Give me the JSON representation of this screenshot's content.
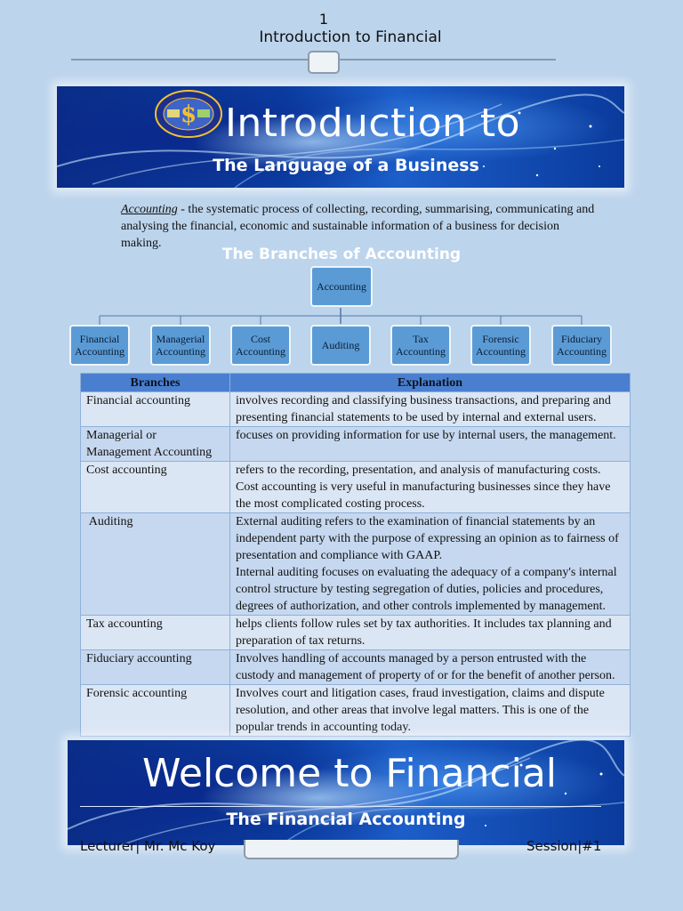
{
  "header": {
    "page_number": "1",
    "title": "Introduction to Financial"
  },
  "banner_top": {
    "title": "Introduction to",
    "subtitle": "The Language of a Business"
  },
  "definition": {
    "term": "Accounting",
    "text": " - the systematic process of collecting, recording, summarising, communicating and analysing the financial, economic and sustainable information of a business for decision making."
  },
  "branches_title": "The Branches of Accounting",
  "org_chart": {
    "root": "Accounting",
    "children": [
      "Financial Accounting",
      "Managerial Accounting",
      "Cost Accounting",
      "Auditing",
      "Tax Accounting",
      "Forensic Accounting",
      "Fiduciary Accounting"
    ]
  },
  "table": {
    "headers": [
      "Branches",
      "Explanation"
    ],
    "rows": [
      {
        "branch": "Financial accounting",
        "explanation": "involves recording and classifying business transactions, and preparing and presenting financial statements to be used by internal and external users."
      },
      {
        "branch": "Managerial or Management Accounting",
        "explanation": "focuses on providing information for use by internal users, the management."
      },
      {
        "branch": "Cost accounting",
        "explanation": "refers to the recording, presentation, and analysis of manufacturing costs. Cost accounting is very useful in manufacturing businesses since they have the most complicated costing process."
      },
      {
        "branch": " Auditing",
        "explanation": "External auditing refers to the examination of financial statements by an independent party with the purpose of expressing an opinion as to fairness of presentation and compliance with GAAP.",
        "explanation_2": "Internal auditing focuses on evaluating the adequacy of a company's internal control structure by testing segregation of duties, policies and procedures, degrees of authorization, and other controls implemented by management."
      },
      {
        "branch": "Tax accounting",
        "explanation": "helps clients follow rules set by tax authorities. It includes tax planning and preparation of tax returns."
      },
      {
        "branch": "Fiduciary accounting",
        "explanation": "Involves handling of accounts managed by a person entrusted with the custody and management of property of or for the benefit of another person."
      },
      {
        "branch": "Forensic accounting",
        "explanation": "Involves court and litigation cases, fraud investigation, claims and dispute resolution, and other areas that involve legal matters. This is one of the popular trends in accounting today."
      }
    ]
  },
  "banner_bottom": {
    "title": "Welcome to Financial",
    "subtitle": "The Financial Accounting"
  },
  "footer": {
    "left": "Lecturer| Mr. Mc Koy",
    "right": "Session|#1"
  },
  "colors": {
    "page_background": "#bcd4ec",
    "node_fill": "#5b9bd5",
    "table_header": "#4a7fd0",
    "table_row_alt": "#dbe6f4",
    "table_row_base": "#c6d8ef"
  }
}
